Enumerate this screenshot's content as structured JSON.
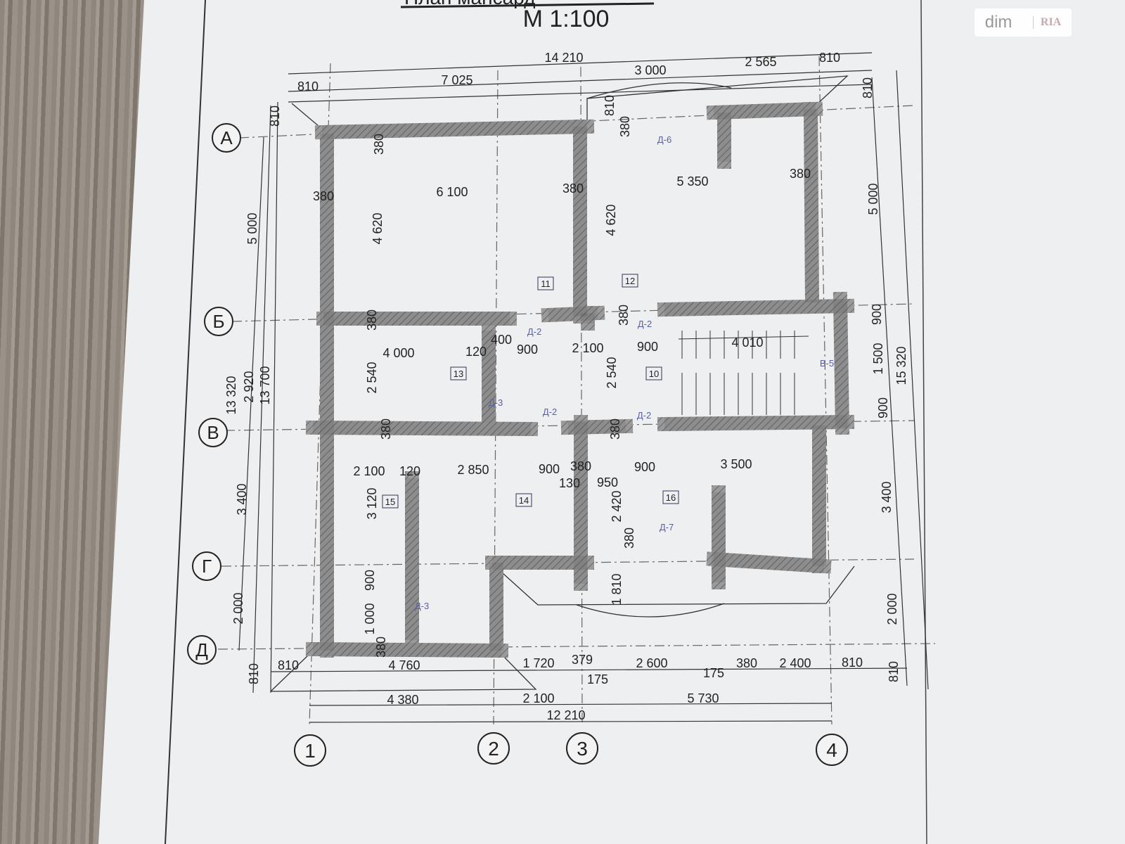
{
  "sheet": {
    "title_partial": "План мансард",
    "scale": "M 1:100"
  },
  "watermark": {
    "brand": "dim",
    "sub": "RIA"
  },
  "axes": {
    "rows": [
      "А",
      "Б",
      "В",
      "Г",
      "Д"
    ],
    "cols": [
      "1",
      "2",
      "3",
      "4"
    ]
  },
  "rooms": [
    "11",
    "12",
    "13",
    "10",
    "15",
    "14",
    "16"
  ],
  "labels": [
    "14 210",
    "7 025",
    "3 000",
    "2 565",
    "810",
    "810",
    "810",
    "810",
    "810",
    "380",
    "380",
    "Д-6",
    "380",
    "6 100",
    "380",
    "5 350",
    "380",
    "4 620",
    "4 620",
    "5 000",
    "5 000",
    "380",
    "380",
    "Д-2",
    "Д-2",
    "900",
    "400",
    "120",
    "4 000",
    "900",
    "2 100",
    "900",
    "4 010",
    "В-5",
    "2 540",
    "2 540",
    "1 500",
    "15 320",
    "13 320",
    "2 920",
    "13 700",
    "Д-3",
    "Д-2",
    "Д-2",
    "900",
    "380",
    "380",
    "2 100",
    "120",
    "2 850",
    "900",
    "380",
    "900",
    "3 500",
    "130",
    "950",
    "3 400",
    "3 400",
    "3 120",
    "2 420",
    "Д-7",
    "380",
    "900",
    "Д-3",
    "1 810",
    "2 000",
    "2 000",
    "1 000",
    "380",
    "810",
    "4 760",
    "1 720",
    "379",
    "175",
    "2 600",
    "175",
    "380",
    "2 400",
    "810",
    "810",
    "810",
    "4 380",
    "2 100",
    "5 730",
    "12 210"
  ],
  "colors": {
    "wall": "#8e8e8e",
    "paper": "#eeeff0",
    "line": "#333333",
    "door_label": "#5a5fa0"
  }
}
